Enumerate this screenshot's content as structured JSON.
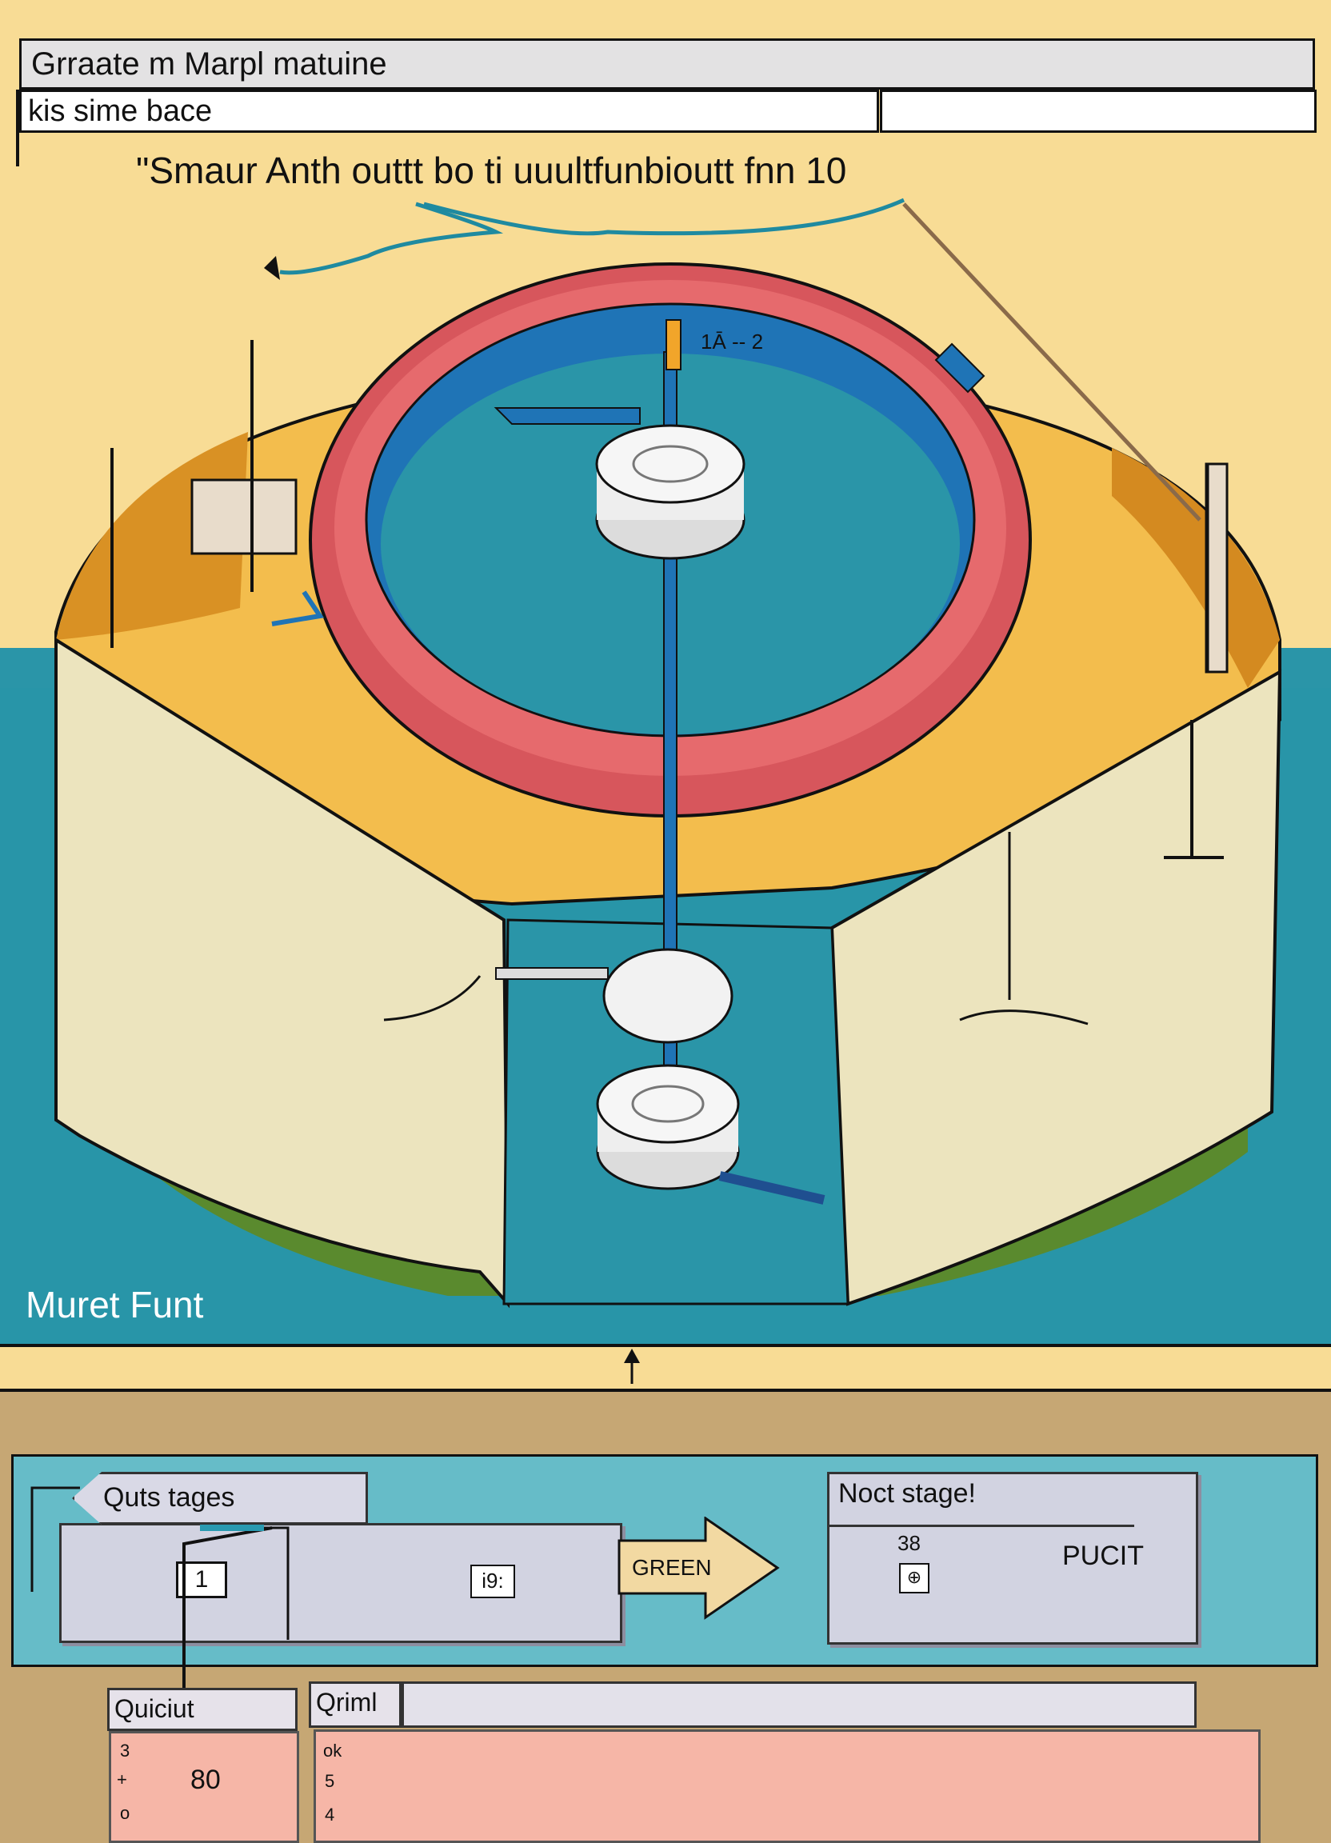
{
  "header": {
    "title": "Grraate m Marpl matuine",
    "subtitle": "kis sime bace",
    "annotation": "\"Smaur Anth outtt bo ti uuultfunbioutt fnn  10"
  },
  "illustration": {
    "ring_label": "1Ā -‑ 2",
    "scene_label": "Muret Funt"
  },
  "stages": {
    "current": {
      "tab_label": "Quts tages",
      "box_left": "1",
      "box_right": "i9:"
    },
    "arrow_label": "GREEN",
    "next": {
      "title": "Noct stage!",
      "value_a": "38",
      "value_b": "PUCIT",
      "box": "⊕"
    }
  },
  "outputs": {
    "left": {
      "tab_label": "Quiciut",
      "rows": [
        "3",
        "+",
        "o"
      ],
      "value": "80"
    },
    "right": {
      "tab_label": "Qriml",
      "rows": [
        "ok",
        "5",
        "4"
      ]
    }
  }
}
